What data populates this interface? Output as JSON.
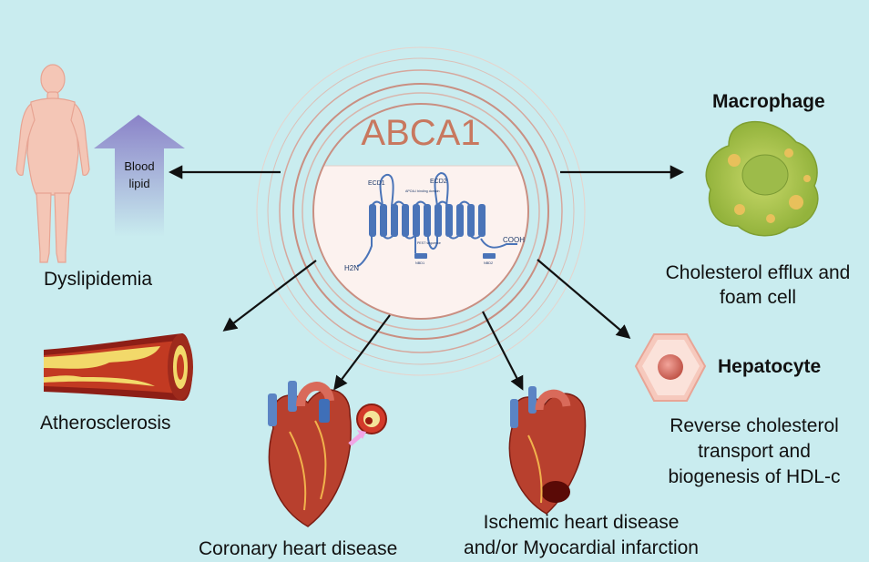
{
  "center": {
    "title": "ABCA1",
    "protein_labels": {
      "ecd1": "ECD1",
      "ecd2": "ECD2",
      "apoa1": "APOA-I binding domain",
      "pest": "PEST sequence",
      "nbd1": "NBD1",
      "nbd2": "NBD2",
      "n_term": "H2N",
      "c_term": "COOH"
    }
  },
  "nodes": {
    "blood_lipid": "Blood lipid",
    "dyslipidemia": "Dyslipidemia",
    "macrophage_title": "Macrophage",
    "macrophage_effect": [
      "Cholesterol efflux and",
      "foam cell"
    ],
    "atherosclerosis": "Atherosclerosis",
    "coronary": "Coronary heart disease",
    "ischemic": [
      "Ischemic heart disease",
      "and/or Myocardial infarction"
    ],
    "hepatocyte_title": "Hepatocyte",
    "hepatocyte_effect": [
      "Reverse cholesterol",
      "transport and",
      "biogenesis of HDL-c"
    ]
  },
  "colors": {
    "background": "#c9ecef",
    "title": "#c8785f",
    "protein": "#4a74b8",
    "ring": "#d6a79d",
    "arrow": "#111111",
    "blood_arrow": "#8a82c8"
  }
}
